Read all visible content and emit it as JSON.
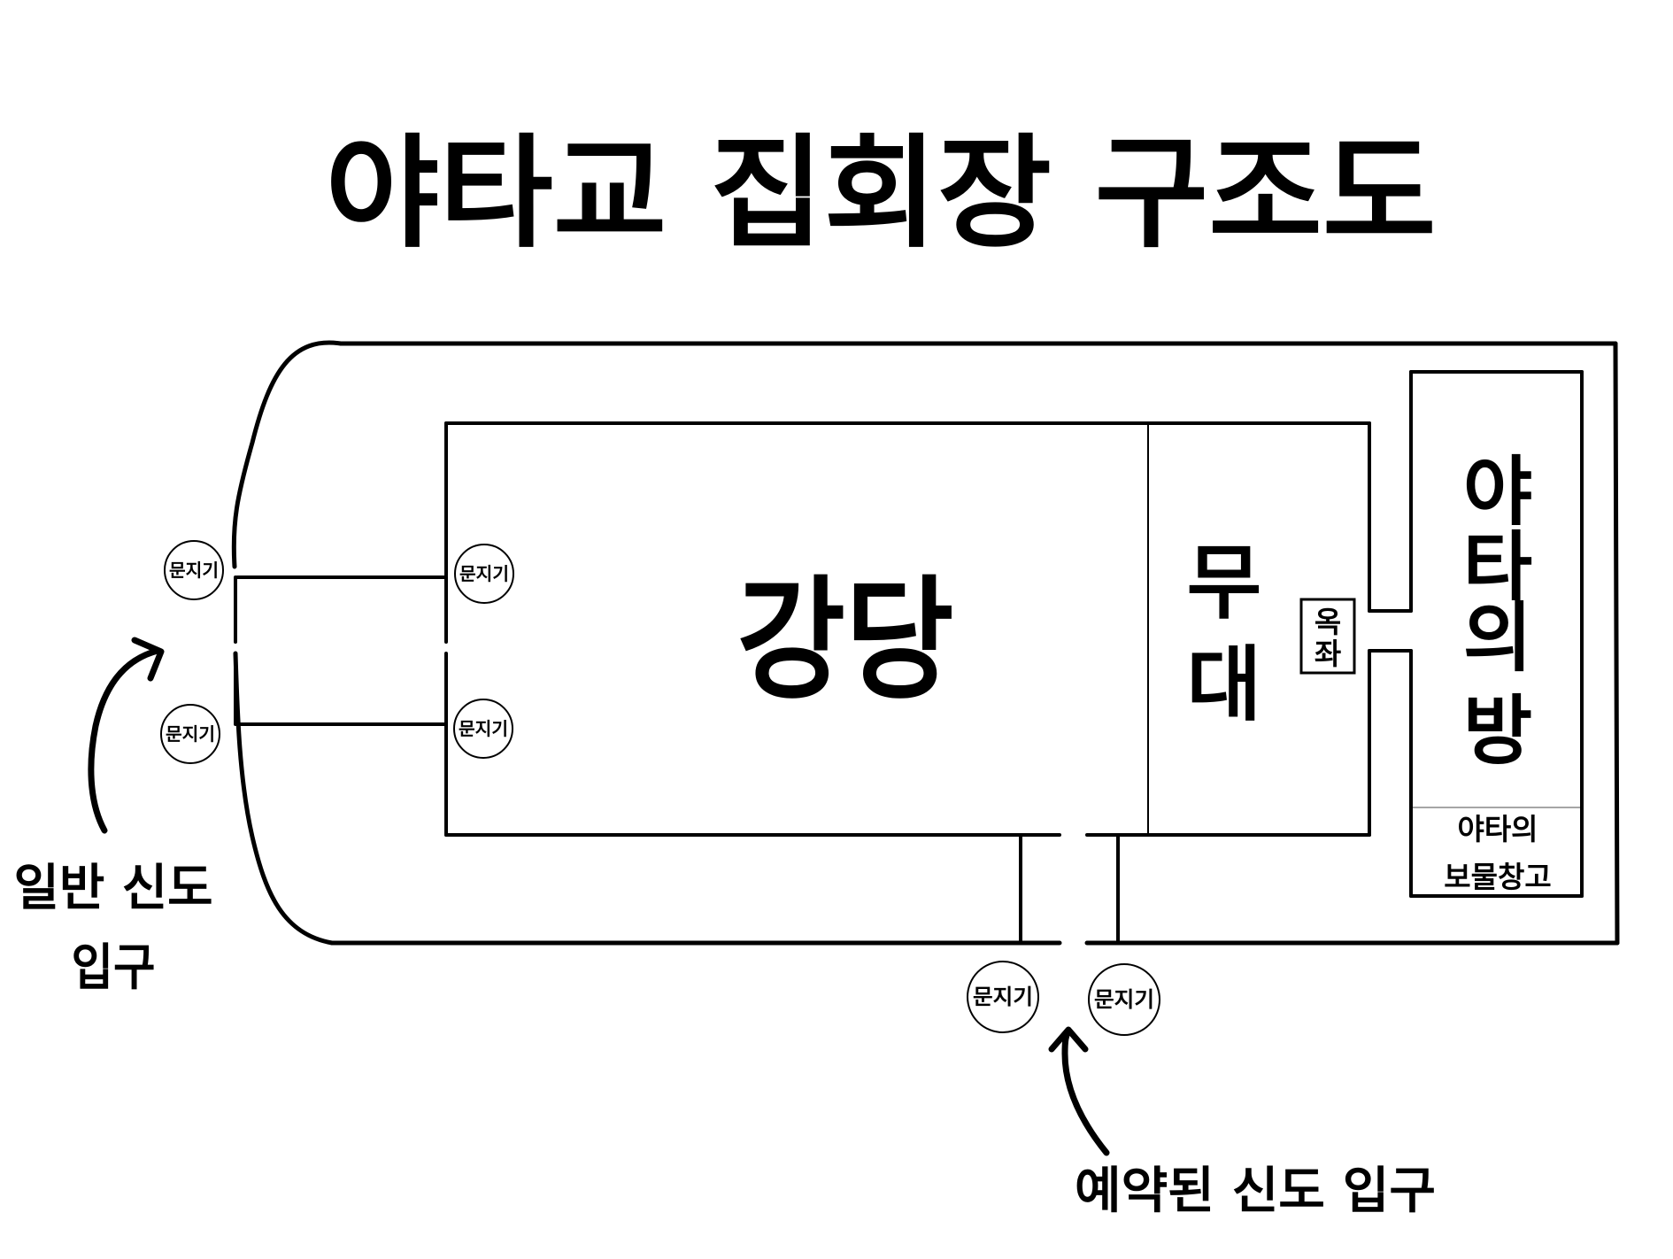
{
  "title": "야타교 집회장 구조도",
  "rooms": {
    "auditorium": "강당",
    "stage_chars": [
      "무",
      "대"
    ],
    "throne_chars": [
      "옥",
      "좌"
    ],
    "yata_room_chars": [
      "야",
      "타",
      "의",
      "방"
    ],
    "treasury_line1": "야타의",
    "treasury_line2": "보물창고"
  },
  "guard_label": "문지기",
  "entrances": {
    "general_line1": "일반 신도",
    "general_line2": "입구",
    "reserved": "예약된 신도 입구"
  },
  "colors": {
    "ink": "#000000",
    "paper": "#ffffff"
  }
}
